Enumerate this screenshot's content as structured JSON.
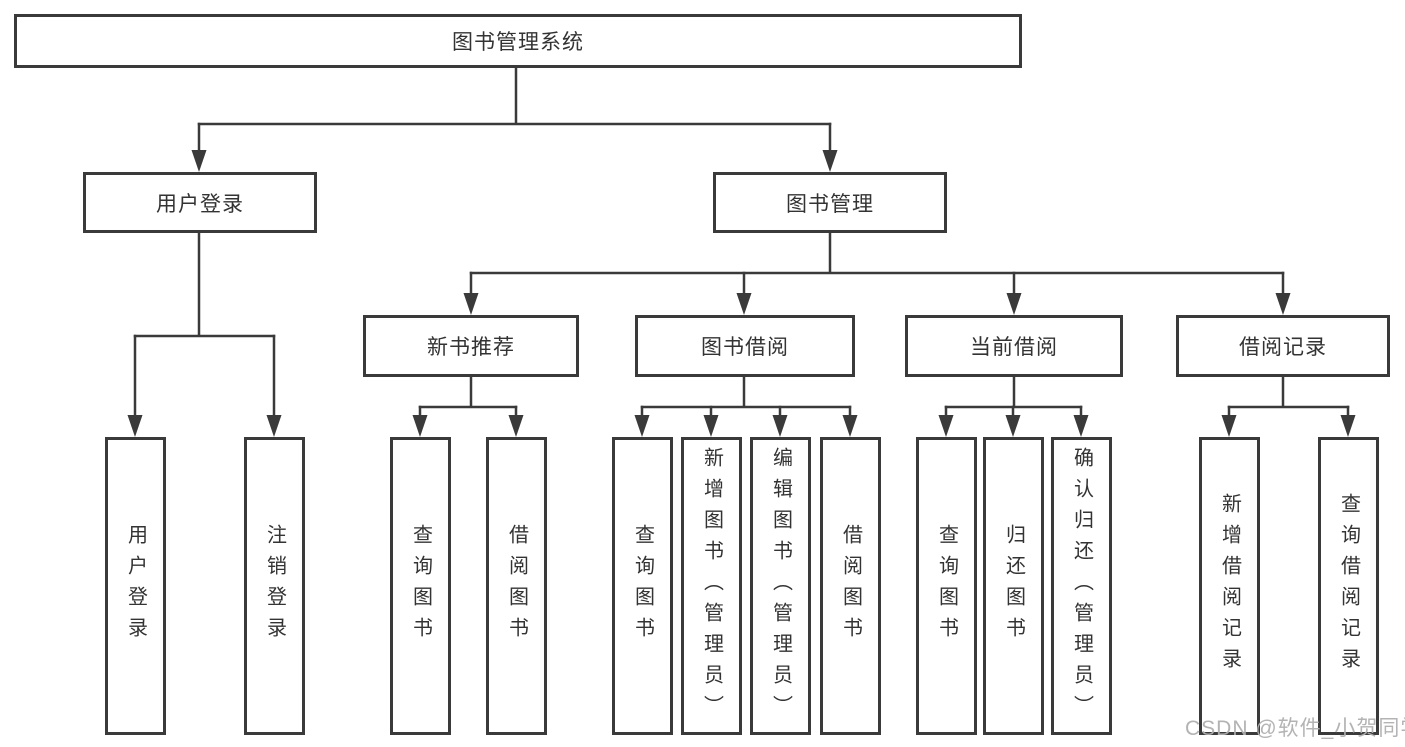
{
  "diagram": {
    "title": "图书管理系统",
    "root": {
      "label": "图书管理系统"
    },
    "groups": [
      {
        "label": "用户登录",
        "children": [
          {
            "label": "用户登录"
          },
          {
            "label": "注销登录"
          }
        ]
      },
      {
        "label": "图书管理",
        "sections": [
          {
            "label": "新书推荐",
            "children": [
              {
                "label": "查询图书"
              },
              {
                "label": "借阅图书"
              }
            ]
          },
          {
            "label": "图书借阅",
            "children": [
              {
                "label": "查询图书"
              },
              {
                "label": "新增图书（管理员）"
              },
              {
                "label": "编辑图书（管理员）"
              },
              {
                "label": "借阅图书"
              }
            ]
          },
          {
            "label": "当前借阅",
            "children": [
              {
                "label": "查询图书"
              },
              {
                "label": "归还图书"
              },
              {
                "label": "确认归还（管理员）"
              }
            ]
          },
          {
            "label": "借阅记录",
            "children": [
              {
                "label": "新增借阅记录"
              },
              {
                "label": "查询借阅记录"
              }
            ]
          }
        ]
      }
    ]
  },
  "watermark": {
    "text": "CSDN @软件_小贺同学"
  },
  "colors": {
    "line": "#3a3a3a",
    "box_border": "#3a3a3a",
    "text": "#333333",
    "background": "#ffffff",
    "watermark": "#afafaf"
  }
}
